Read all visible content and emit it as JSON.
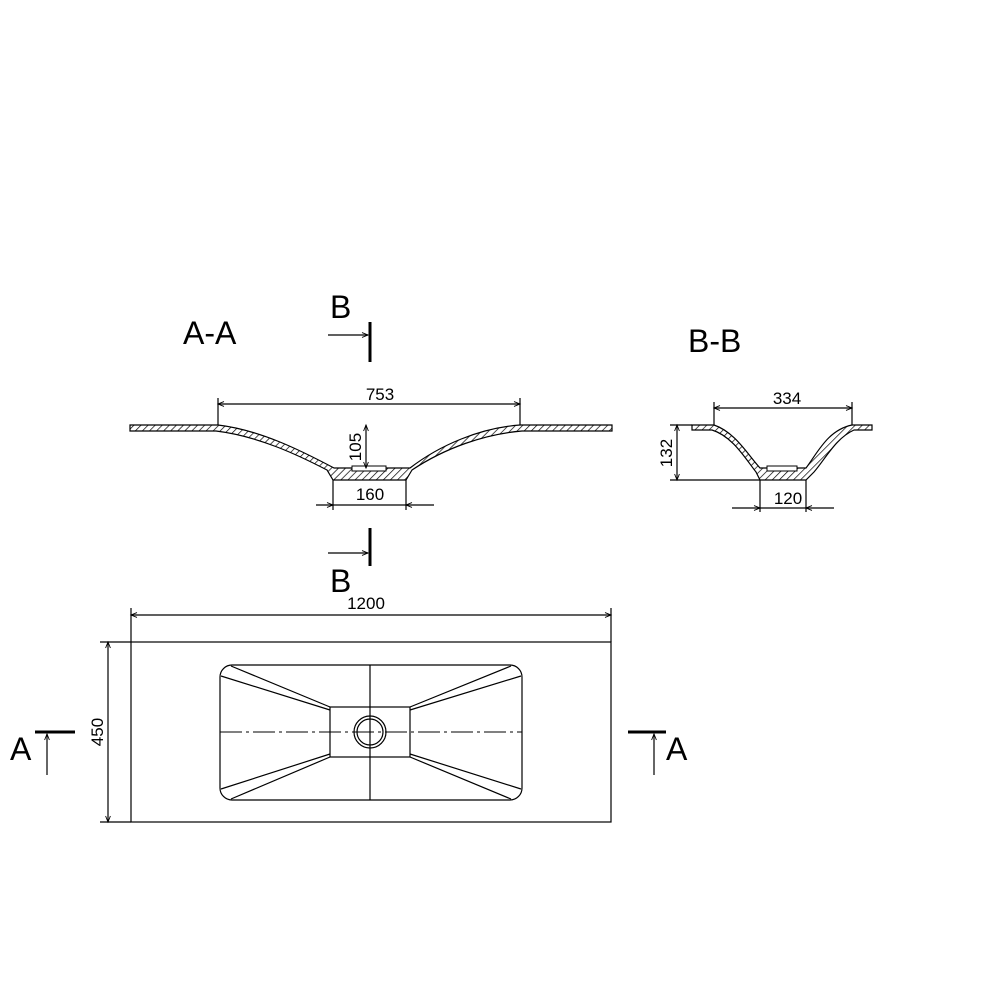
{
  "sections": {
    "aa": {
      "title": "A-A",
      "dim_width": "753",
      "dim_depth": "105",
      "dim_base": "160"
    },
    "bb": {
      "title": "B-B",
      "dim_width": "334",
      "dim_depth": "132",
      "dim_base": "120"
    }
  },
  "cut_markers": {
    "b_top": "B",
    "b_bottom": "B",
    "a_left": "A",
    "a_right": "A"
  },
  "plan": {
    "dim_length": "1200",
    "dim_width": "450"
  }
}
